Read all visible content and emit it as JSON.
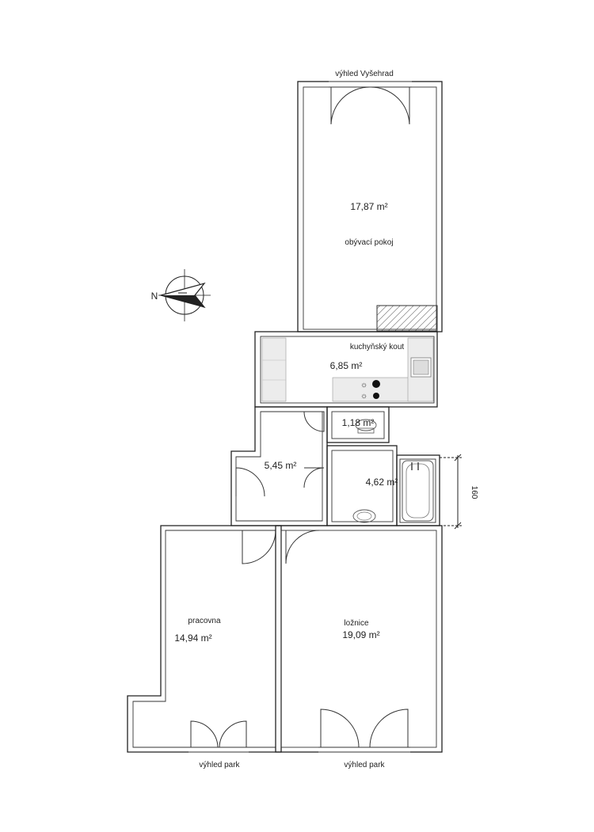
{
  "views": {
    "top": "výhled Vyšehrad",
    "bottom_left": "výhled park",
    "bottom_right": "výhled park"
  },
  "rooms": {
    "living": {
      "name": "obývací pokoj",
      "area": "17,87 m²"
    },
    "kitchen": {
      "name": "kuchyňský kout",
      "area": "6,85 m²"
    },
    "wc": {
      "area": "1,18 m²"
    },
    "hall": {
      "area": "5,45 m²"
    },
    "bath": {
      "area": "4,62 m²"
    },
    "study": {
      "name": "pracovna",
      "area": "14,94 m²"
    },
    "bedroom": {
      "name": "ložnice",
      "area": "19,09 m²"
    }
  },
  "dimension": {
    "bath_height": "160"
  },
  "compass": {
    "letter": "N"
  },
  "colors": {
    "wall": "#222222",
    "hatch": "#444444",
    "counter": "#ececec"
  }
}
